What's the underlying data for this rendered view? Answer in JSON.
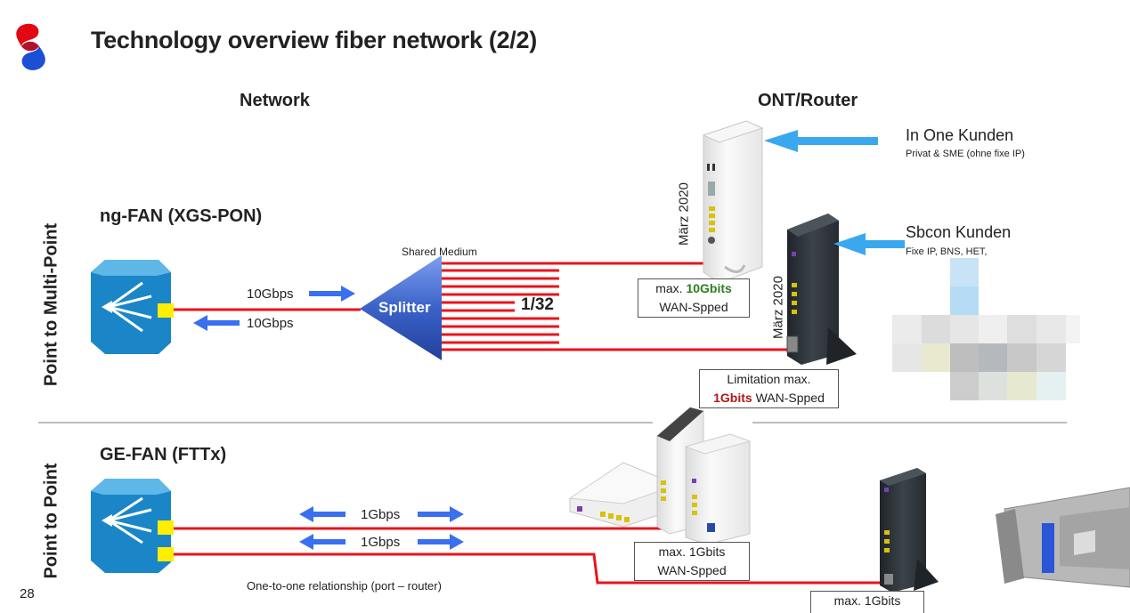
{
  "title": "Technology overview fiber network (2/2)",
  "slide_number": "28",
  "columns": {
    "network": "Network",
    "ont_router": "ONT/Router"
  },
  "vertical_labels": {
    "p2mp": "Point to Multi-Point",
    "p2p": "Point to Point"
  },
  "sections": {
    "ngfan": "ng-FAN (XGS-PON)",
    "gefan": "GE-FAN (FTTx)"
  },
  "ngfan": {
    "speed_up": "10Gbps",
    "speed_down": "10Gbps",
    "shared_medium": "Shared Medium",
    "splitter": "Splitter",
    "ratio": "1/32"
  },
  "gefan": {
    "speed_a": "1Gbps",
    "speed_b": "1Gbps",
    "relationship": "One-to-one relationship (port – router)"
  },
  "router_labels": {
    "maerz_1": "März 2020",
    "maerz_2": "März 2020"
  },
  "customers": {
    "inone_title": "In One Kunden",
    "inone_sub": "Privat & SME  (ohne fixe IP)",
    "sbcon_title": "Sbcon Kunden",
    "sbcon_sub": "Fixe IP, BNS, HET,"
  },
  "boxes": {
    "box1_prefix": "max. ",
    "box1_value": "10Gbits",
    "box1_line2": "WAN-Spped",
    "box2_line1": "Limitation max.",
    "box2_value": "1Gbits",
    "box2_suffix": " WAN-Spped",
    "box3_line1": "max. 1Gbits",
    "box3_line2": "WAN-Spped",
    "box4_line1": "max. 1Gbits"
  },
  "colors": {
    "fiber": "#e8141c",
    "arrow": "#3a6ff0",
    "pointer_arrow": "#3aa8ee",
    "olt": "#1a86c8",
    "port": "#ffee00",
    "splitter_top": "#6f92e6",
    "splitter_bottom": "#2b4aa8",
    "router_white": "#f2f2f2",
    "router_dark": "#33393f",
    "logo_red": "#e30613",
    "logo_blue": "#1a4fd6"
  }
}
